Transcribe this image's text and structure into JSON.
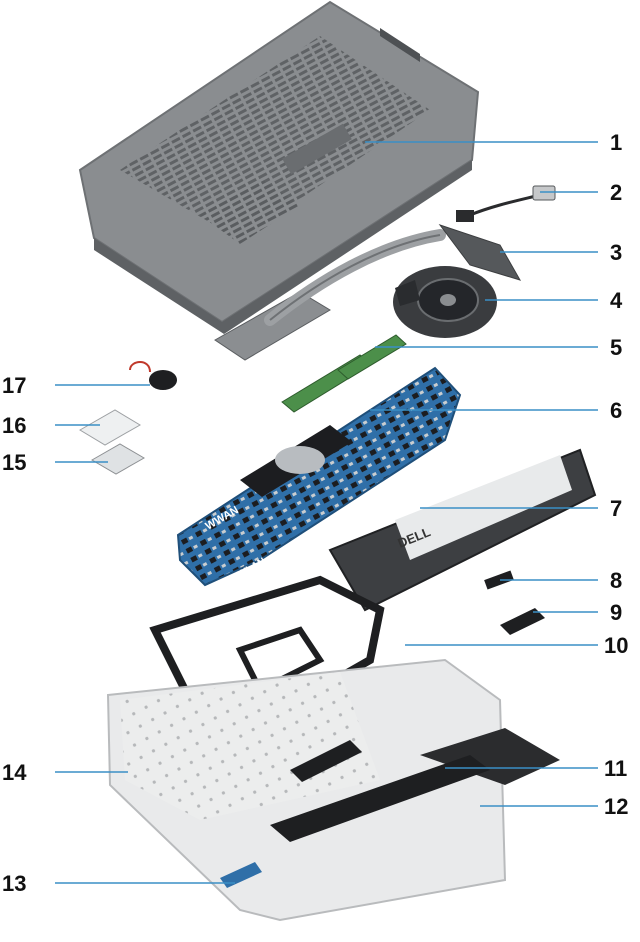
{
  "diagram": {
    "callouts": [
      {
        "id": "1",
        "label": "1"
      },
      {
        "id": "2",
        "label": "2"
      },
      {
        "id": "3",
        "label": "3"
      },
      {
        "id": "4",
        "label": "4"
      },
      {
        "id": "5",
        "label": "5"
      },
      {
        "id": "6",
        "label": "6"
      },
      {
        "id": "7",
        "label": "7"
      },
      {
        "id": "8",
        "label": "8"
      },
      {
        "id": "9",
        "label": "9"
      },
      {
        "id": "10",
        "label": "10"
      },
      {
        "id": "11",
        "label": "11"
      },
      {
        "id": "12",
        "label": "12"
      },
      {
        "id": "13",
        "label": "13"
      },
      {
        "id": "14",
        "label": "14"
      },
      {
        "id": "15",
        "label": "15"
      },
      {
        "id": "16",
        "label": "16"
      },
      {
        "id": "17",
        "label": "17"
      }
    ],
    "board_labels": {
      "wwan": "WWAN",
      "wlan": "WLAN"
    },
    "battery_brand": "DELL",
    "colors": {
      "leader": "#3a8fc6",
      "chassis": "#8a8d90",
      "chassis_dark": "#5e6164",
      "board": "#2f6fa8",
      "ram": "#4c8f4a",
      "battery": "#3d3f42",
      "palmrest": "#e9eaeb",
      "bracket": "#1e1f21",
      "display_bezel": "#2b2c2e"
    }
  }
}
